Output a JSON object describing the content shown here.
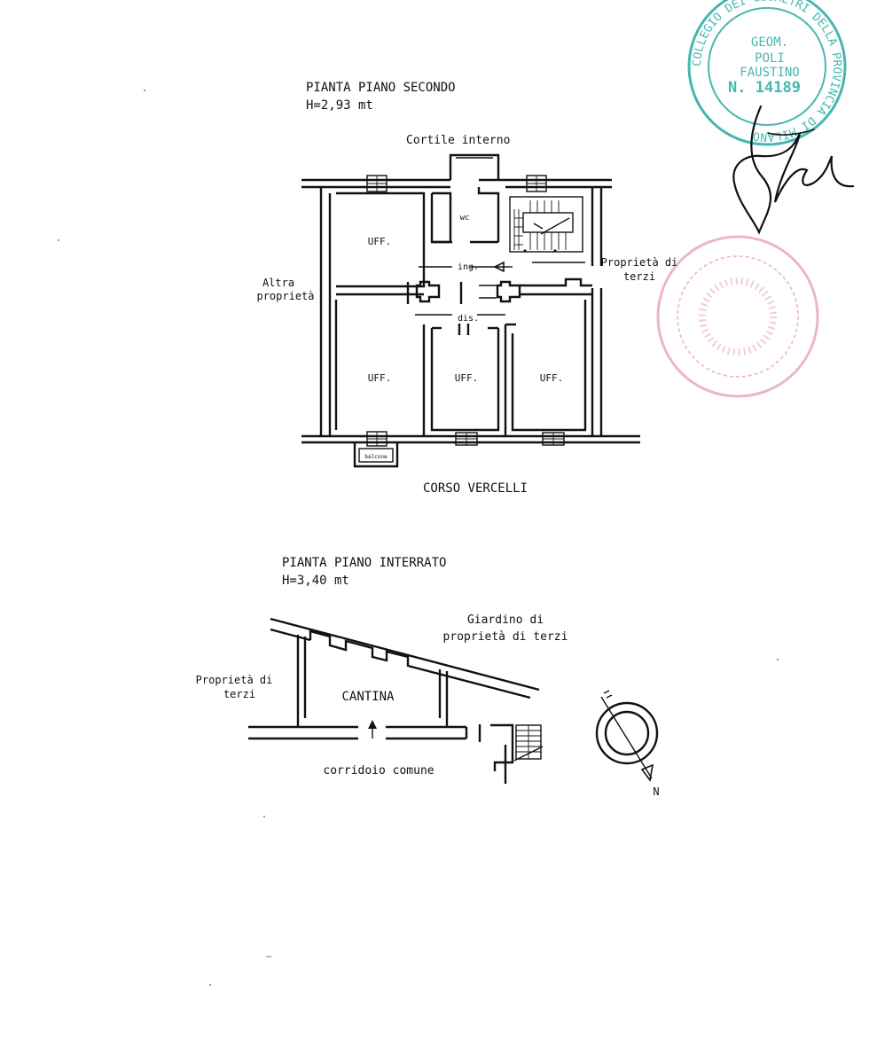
{
  "plan_second_floor": {
    "title": "PIANTA PIANO SECONDO",
    "height": "H=2,93 mt",
    "label_courtyard": "Cortile interno",
    "label_left_property": [
      "Altra",
      "proprietà"
    ],
    "label_right_property": [
      "Proprietà di",
      "terzi"
    ],
    "label_street": "CORSO VERCELLI",
    "rooms": {
      "office_top_left": "UFF.",
      "wc": "wc",
      "entrance": "ing.",
      "hall": "dis.",
      "office_bottom_left": "UFF.",
      "office_bottom_middle": "UFF.",
      "office_bottom_right": "UFF.",
      "balcony": "balcone"
    }
  },
  "plan_basement": {
    "title": "PIANTA PIANO INTERRATO",
    "height": "H=3,40 mt",
    "label_garden": [
      "Giardino di",
      "proprietà di terzi"
    ],
    "label_left_property": [
      "Proprietà di",
      "terzi"
    ],
    "room_cellar": "CANTINA",
    "label_corridor": "corridoio comune",
    "north_label": "N"
  },
  "stamp": {
    "ring_text": "COLLEGIO DEI GEOMETRI DELLA PROVINCIA DI MILANO",
    "line1": "GEOM.",
    "line2": "POLI",
    "line3": "FAUSTINO",
    "line4": "N. 14189",
    "color": "#33b0a8"
  },
  "seal_color": "#d97aa6"
}
